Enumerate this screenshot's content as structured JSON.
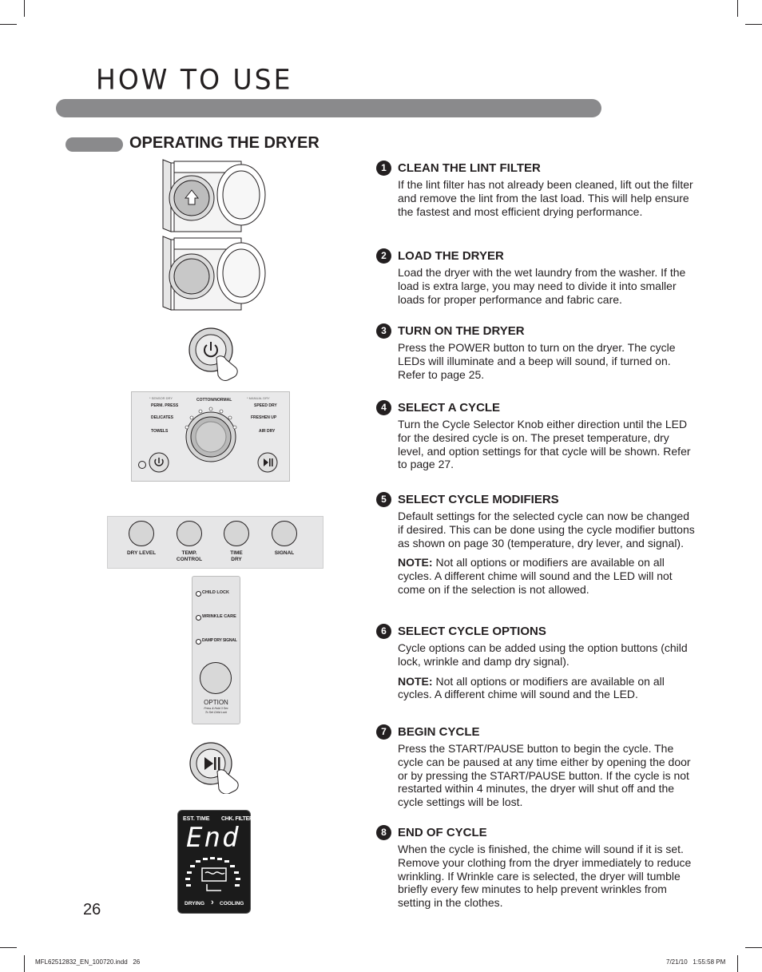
{
  "header": {
    "title": "HOW TO USE"
  },
  "section": {
    "title": "OPERATING THE DRYER"
  },
  "steps": [
    {
      "num": "1",
      "title": "CLEAN THE LINT FILTER",
      "body": [
        "If the lint filter has not already been cleaned, lift out the filter and remove the lint from the last load. This will help ensure the fastest and most efficient drying performance."
      ]
    },
    {
      "num": "2",
      "title": "LOAD THE DRYER",
      "body": [
        "Load the dryer with the wet laundry from the washer. If the load is extra large, you may need to divide it into smaller loads for proper performance and fabric care."
      ]
    },
    {
      "num": "3",
      "title": "TURN ON THE DRYER",
      "body": [
        "Press the POWER button to turn on the dryer. The cycle LEDs will illuminate and a beep will sound, if turned on. Refer to page 25."
      ]
    },
    {
      "num": "4",
      "title": "SELECT A CYCLE",
      "body": [
        "Turn the Cycle Selector Knob either direction until the LED for the desired cycle is on. The preset temperature, dry level, and option settings for that cycle will be shown. Refer to page 27."
      ]
    },
    {
      "num": "5",
      "title": "SELECT CYCLE MODIFIERS",
      "body": [
        "Default settings for the selected cycle can now be changed if desired. This can be done using the cycle modifier buttons as shown on page 30 (temperature, dry lever, and signal)."
      ],
      "note_label": "NOTE:",
      "note": " Not all options or modifiers are available on all cycles. A different chime will sound and the LED will not come on if the selection is not allowed."
    },
    {
      "num": "6",
      "title": "SELECT CYCLE OPTIONS",
      "body": [
        "Cycle options can be added using the option buttons (child lock, wrinkle and damp dry signal)."
      ],
      "note_label": "NOTE:",
      "note": " Not all options or modifiers are available on all cycles. A different chime will sound and the LED."
    },
    {
      "num": "7",
      "title": "BEGIN CYCLE",
      "body": [
        "Press the START/PAUSE button to begin the cycle. The cycle can be paused at any time either by opening the door or by pressing the START/PAUSE button. If the cycle is not restarted within 4 minutes, the dryer will shut off and the cycle settings will be lost."
      ]
    },
    {
      "num": "8",
      "title": "END OF CYCLE",
      "body": [
        "When the cycle is finished, the chime will sound if it is set. Remove your clothing from the dryer immediately to reduce wrinkling. If Wrinkle care is selected, the dryer will tumble briefly every few minutes to help prevent wrinkles from setting in the clothes."
      ]
    }
  ],
  "cycle_panel": {
    "sensor_dry_label": "* SENSOR DRY",
    "manual_dry_label": "* MANUAL DRY",
    "cycles_left": [
      "PERM. PRESS",
      "DELICATES",
      "TOWELS"
    ],
    "cycle_top": "COTTON/NORMAL",
    "cycles_right": [
      "SPEED DRY",
      "FRESHEN UP",
      "AIR DRY"
    ]
  },
  "modifier_panel": {
    "buttons": [
      {
        "label_line1": "DRY LEVEL",
        "label_line2": ""
      },
      {
        "label_line1": "TEMP.",
        "label_line2": "CONTROL"
      },
      {
        "label_line1": "TIME",
        "label_line2": "DRY"
      },
      {
        "label_line1": "SIGNAL",
        "label_line2": ""
      }
    ]
  },
  "option_panel": {
    "options": [
      "CHILD LOCK",
      "WRINKLE CARE",
      "DAMP DRY SIGNAL"
    ],
    "button_label": "OPTION",
    "hint_line1": "Press & Hold 3 Sec",
    "hint_line2": "To Set Child Lock"
  },
  "display": {
    "est_time": "EST. TIME",
    "chk_filter": "CHK. FILTER",
    "readout": "End",
    "drying": "DRYING",
    "cooling": "COOLING"
  },
  "page_number": "26",
  "footer": {
    "left": "MFL62512832_EN_100720.indd   26",
    "right": "7/21/10   1:55:58 PM"
  }
}
